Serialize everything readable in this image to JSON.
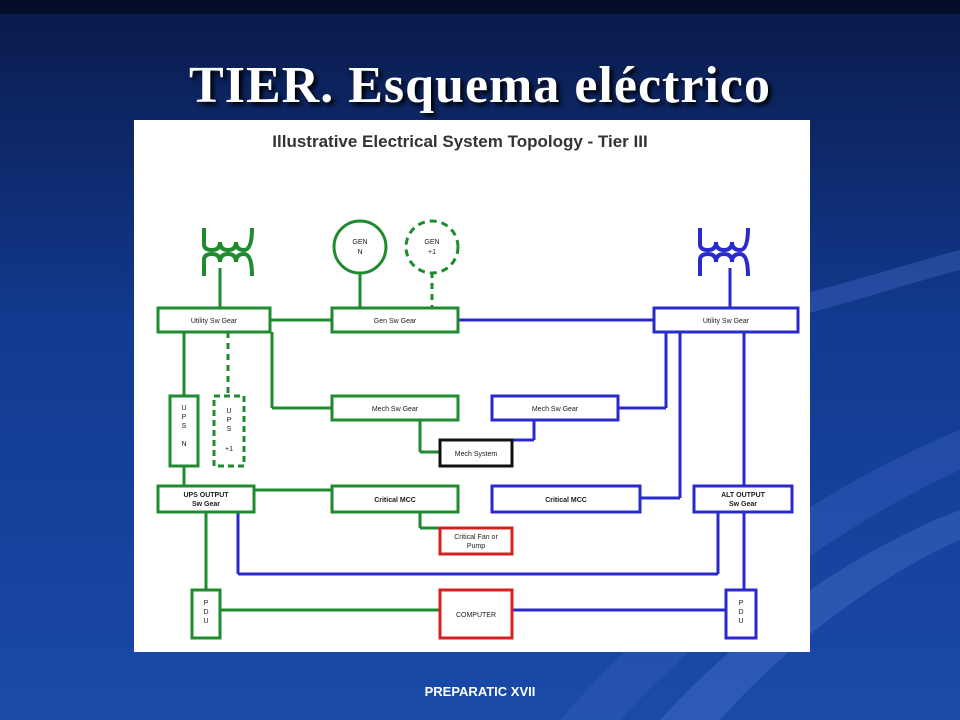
{
  "slide": {
    "title": "TIER. Esquema eléctrico",
    "footer": "PREPARATIC XVII"
  },
  "colors": {
    "green": "#1f8a2e",
    "blue": "#2a2acc",
    "red": "#d32020",
    "black": "#111111"
  },
  "diagram": {
    "title": "Illustrative Electrical System Topology - Tier III",
    "gen_n": {
      "line1": "GEN",
      "line2": "N"
    },
    "gen_n1": {
      "line1": "GEN",
      "line2": "+1"
    },
    "utility_left": "Utility Sw Gear",
    "gen_sw": "Gen Sw Gear",
    "utility_right": "Utility Sw Gear",
    "mech_left": "Mech Sw Gear",
    "mech_right": "Mech Sw Gear",
    "mech_system": "Mech System",
    "ups_n": {
      "l1": "U",
      "l2": "P",
      "l3": "S",
      "l4": "N"
    },
    "ups_n1": {
      "l1": "U",
      "l2": "P",
      "l3": "S",
      "l4": "+1"
    },
    "ups_output": {
      "line1": "UPS OUTPUT",
      "line2": "Sw Gear"
    },
    "critical_mcc_left": "Critical MCC",
    "critical_mcc_right": "Critical MCC",
    "alt_output": {
      "line1": "ALT OUTPUT",
      "line2": "Sw Gear"
    },
    "fan_pump": {
      "line1": "Critical Fan or",
      "line2": "Pump"
    },
    "pdu_left": {
      "l1": "P",
      "l2": "D",
      "l3": "U"
    },
    "pdu_right": {
      "l1": "P",
      "l2": "D",
      "l3": "U"
    },
    "computer": "COMPUTER"
  }
}
